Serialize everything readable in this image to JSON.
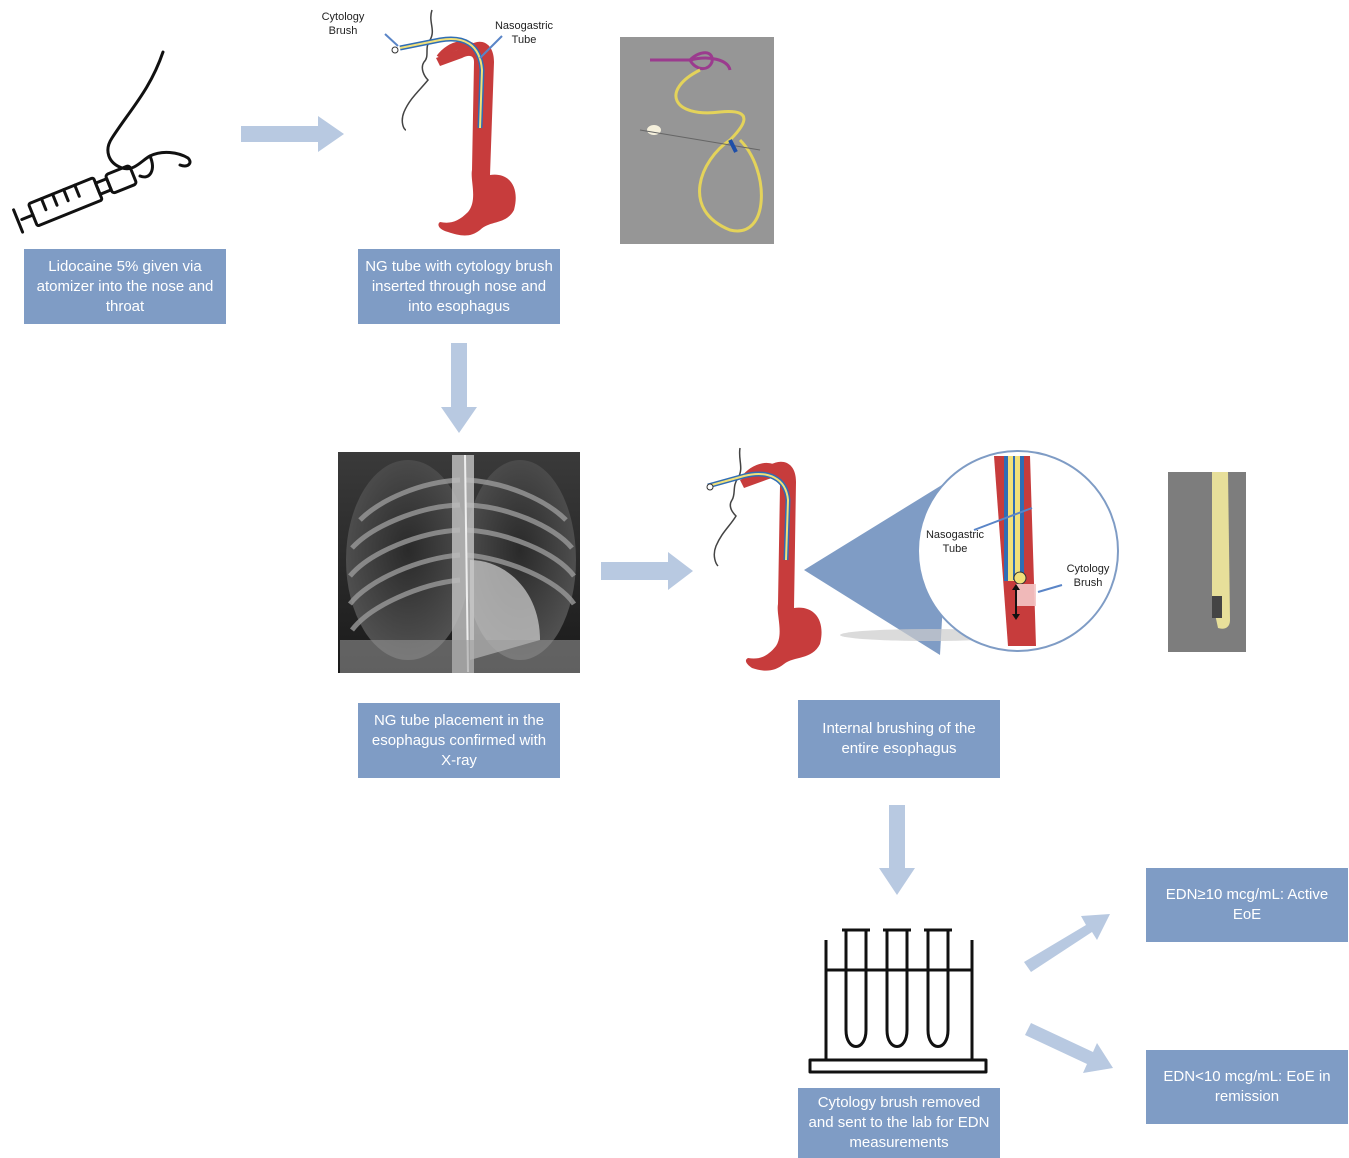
{
  "steps": {
    "lidocaine": "Lidocaine 5% given via atomizer into the nose and throat",
    "ng_insert": "NG tube with cytology brush inserted through nose and into esophagus",
    "xray": "NG tube placement in the esophagus confirmed with X-ray",
    "brushing": "Internal brushing of the entire esophagus",
    "lab": "Cytology brush removed and sent to the lab for EDN measurements",
    "active": "EDN≥10 mcg/mL: Active EoE",
    "remission": "EDN<10 mcg/mL: EoE in remission"
  },
  "labels": {
    "cytology_brush_top_1": "Cytology",
    "cytology_brush_top_2": "Brush",
    "ng_tube_top_1": "Nasogastric",
    "ng_tube_top_2": "Tube",
    "ng_tube_zoom_1": "Nasogastric",
    "ng_tube_zoom_2": "Tube",
    "cytology_brush_zoom_1": "Cytology",
    "cytology_brush_zoom_2": "Brush"
  },
  "colors": {
    "box": "#7f9cc5",
    "arrow": "#b8c9e1",
    "esophagus": "#c73c3c",
    "tube_yellow": "#f1e07a",
    "tube_blue": "#2f6db5"
  }
}
